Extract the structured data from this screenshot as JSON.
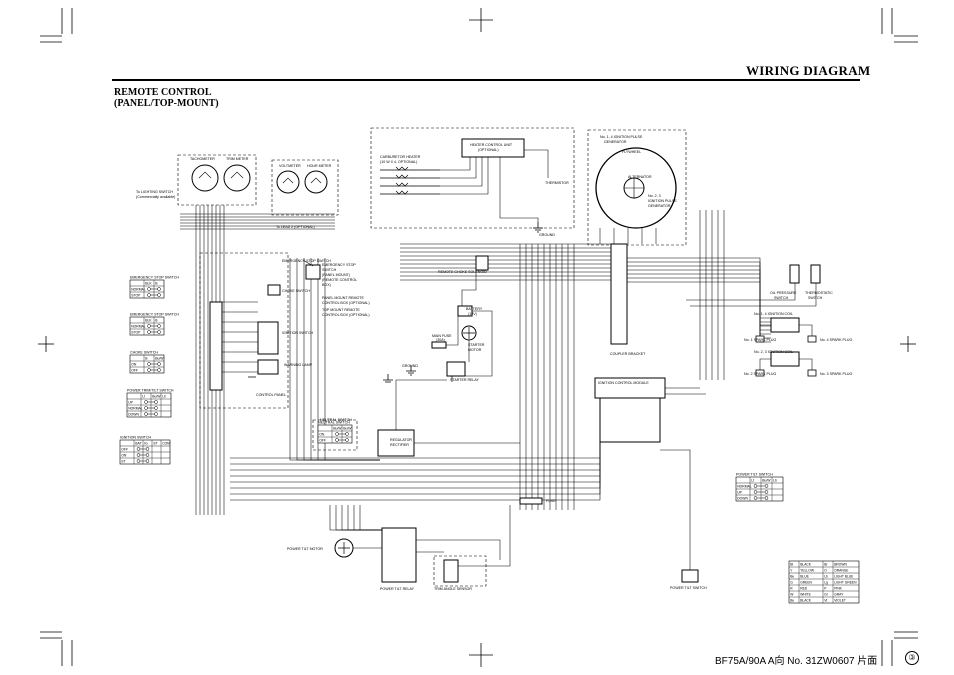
{
  "header": {
    "title": "WIRING DIAGRAM",
    "subtitle_line1": "REMOTE CONTROL",
    "subtitle_line2": "(PANEL/TOP-MOUNT)"
  },
  "footer": {
    "model_code": "BF75A/90A A向 No. 31ZW0607 片面",
    "page_number": "③"
  },
  "labels": {
    "tachometer": "TACHOMETER",
    "trim_meter": "TRIM METER",
    "voltmeter": "VOLTMETER",
    "hour_meter": "HOUR METER",
    "to_lighting_switch": "To LIGHTING SWITCH",
    "to_lighting_note": "(Commercially available)",
    "to_lead_2": "To LEAD 2 (OPTIONAL)",
    "heater_unit": "HEATER CONTROL UNIT",
    "heater_unit_note": "(OPTIONAL)",
    "carb_heater": "CARBURETOR HEATER",
    "carb_heater_note": "(10 W X 4, OPTIONAL)",
    "thermistor": "THERMISTOR",
    "ground": "GROUND",
    "pulse_gen_4": "No. 1, 4 IGNITION PULSE",
    "pulse_gen_4b": "GENERATOR",
    "flywheel": "FLYWHEEL",
    "alternator": "ALTERNATOR",
    "pulse_gen_23": "No. 2, 3",
    "pulse_gen_23b": "IGNITION PULSE",
    "pulse_gen_23c": "GENERATOR",
    "emergency_switch_top": "EMERGENCY STOP SWITCH",
    "emergency_stop": "EMERGENCY STOP",
    "emergency_stop_b": "SWITCH",
    "emergency_stop_c": "(PANEL MOUNT)",
    "emergency_stop_d": "(REMOTE CONTROL",
    "emergency_stop_e": "BOX)",
    "choke_switch_lbl": "CHOKE SWITCH",
    "panel_mount": "PANEL MOUNT REMOTE",
    "panel_mount_b": "CONTROL BOX (OPTIONAL)",
    "top_mount": "TOP MOUNT REMOTE",
    "top_mount_b": "CONTROL BOX (OPTIONAL)",
    "ignition_switch": "IGNITION SWITCH",
    "warning_lamp": "WARNING LAMP",
    "control_panel": "CONTROL PANEL",
    "remote_choke": "REMOTE CHOKE SOLENOID",
    "main_fuse": "MAIN FUSE",
    "main_fuse_b": "(30A)",
    "battery": "BATTERY",
    "battery_b": "(12V)",
    "starter_motor": "STARTER",
    "starter_motor_b": "MOTOR",
    "starter_relay": "STARTER RELAY",
    "ground2": "GROUND",
    "regulator": "REGULATOR",
    "regulator_b": "RECTIFIER",
    "neutral_switch": "NEUTRAL SWITCH",
    "coupler_bracket": "COUPLER BRACKET",
    "icm": "IGNITION CONTROL MODULE",
    "oil_pressure": "OIL PRESSURE",
    "oil_pressure_b": "SWITCH",
    "thermostatic": "THERMOSTATIC",
    "thermostatic_b": "SWITCH",
    "coil_14": "No. 1, 4 IGNITION COIL",
    "plug1": "No. 1 SPARK PLUG",
    "plug4": "No. 4 SPARK PLUG",
    "coil_23": "No. 2, 3 IGNITION COIL",
    "plug2": "No. 2 SPARK PLUG",
    "plug3": "No. 3 SPARK PLUG",
    "power_tilt_motor": "POWER TILT MOTOR",
    "power_tilt_relay": "POWER TILT RELAY",
    "trim_angle_sensor": "TRIM ANGLE SENSOR",
    "power_tilt_switch": "POWER TILT SWITCH",
    "trim_fuse": "FUSE"
  },
  "switch_tables": {
    "emergency_panel": {
      "title": "EMERGENCY STOP SWITCH",
      "cols": [
        "",
        "BLK",
        "B"
      ],
      "rows": [
        "NORMAL",
        "STOP"
      ]
    },
    "emergency_remote": {
      "title": "EMERGENCY STOP SWITCH",
      "cols": [
        "",
        "BLK",
        "B"
      ],
      "rows": [
        "NORMAL",
        "STOP"
      ]
    },
    "choke": {
      "title": "CHOKE SWITCH",
      "cols": [
        "",
        "B",
        "Bu/W"
      ],
      "rows": [
        "ON",
        "OFF"
      ]
    },
    "power_tilt_remote": {
      "title": "POWER TRIM/TILT SWITCH",
      "cols": [
        "",
        "Lt",
        "Bu/W",
        "Lb"
      ],
      "rows": [
        "UP",
        "NORMAL",
        "DOWN"
      ]
    },
    "ignition": {
      "title": "IGNITION SWITCH",
      "cols": [
        "",
        "BAT",
        "IG",
        "ST",
        "COM"
      ],
      "rows": [
        "OFF",
        "ON",
        "ST"
      ]
    },
    "neutral": {
      "title": "NEUTRAL SWITCH",
      "cols": [
        "",
        "Bu/W",
        "Bu/W"
      ],
      "rows": [
        "ON",
        "OFF"
      ]
    },
    "power_tilt_engine": {
      "title": "POWER TILT SWITCH",
      "cols": [
        "",
        "Lt",
        "Bu/W",
        "Lb"
      ],
      "rows": [
        "NORMAL",
        "UP",
        "DOWN"
      ]
    }
  },
  "color_legend": [
    [
      "Bl",
      "BLACK",
      "Br",
      "BROWN"
    ],
    [
      "Y",
      "YELLOW",
      "O",
      "ORANGE"
    ],
    [
      "Bu",
      "BLUE",
      "Lb",
      "LIGHT BLUE"
    ],
    [
      "G",
      "GREEN",
      "Lg",
      "LIGHT GREEN"
    ],
    [
      "R",
      "RED",
      "P",
      "PINK"
    ],
    [
      "W",
      "WHITE",
      "Gr",
      "GRAY"
    ],
    [
      "Bu",
      "BLACK",
      "Vt",
      "VIOLET"
    ]
  ]
}
